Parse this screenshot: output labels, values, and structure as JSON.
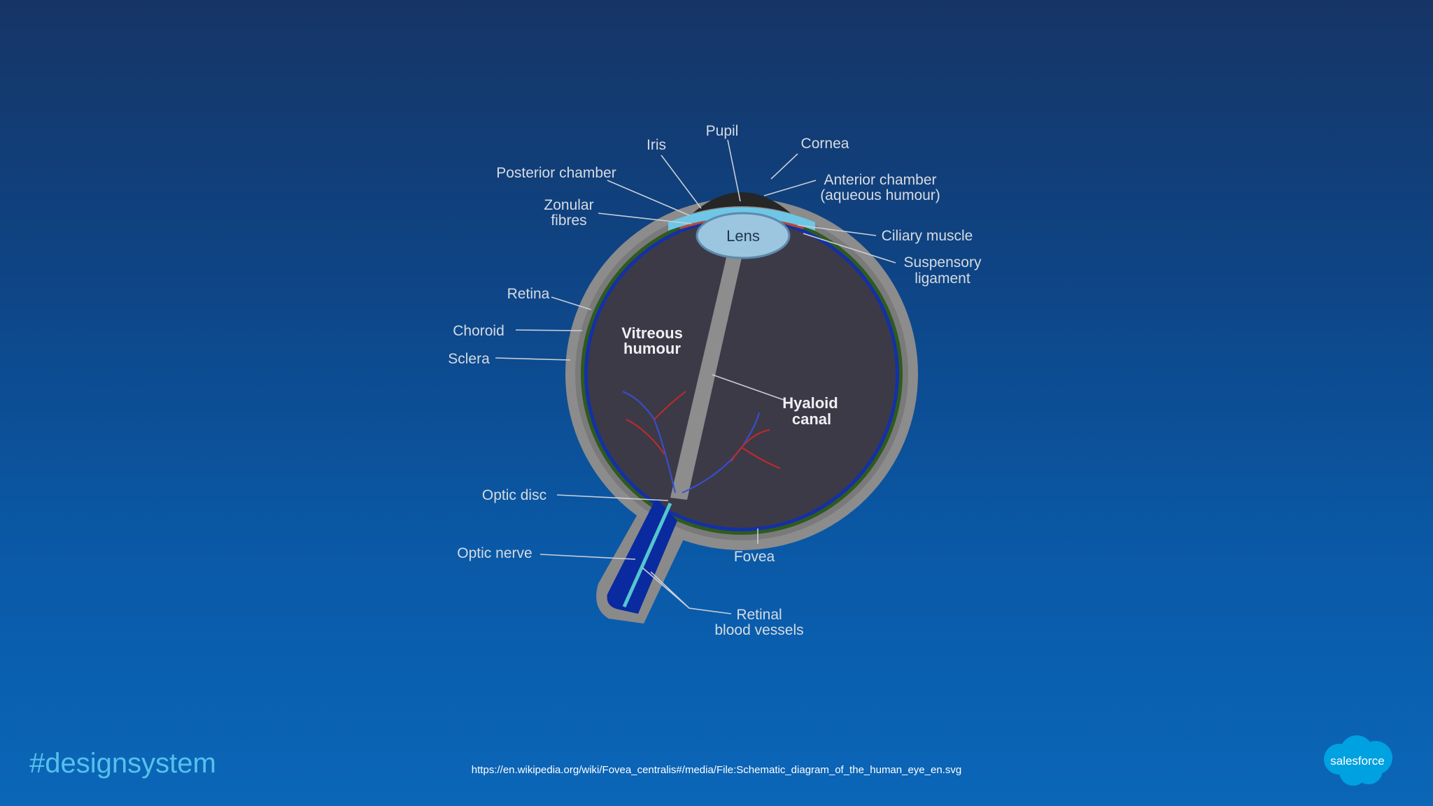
{
  "diagram": {
    "labels": {
      "pupil": "Pupil",
      "iris": "Iris",
      "cornea": "Cornea",
      "posterior_chamber": "Posterior chamber",
      "anterior_chamber_1": "Anterior chamber",
      "anterior_chamber_2": "(aqueous humour)",
      "zonular_1": "Zonular",
      "zonular_2": "fibres",
      "lens": "Lens",
      "ciliary_muscle": "Ciliary muscle",
      "suspensory_1": "Suspensory",
      "suspensory_2": "ligament",
      "retina": "Retina",
      "choroid": "Choroid",
      "sclera": "Sclera",
      "vitreous_1": "Vitreous",
      "vitreous_2": "humour",
      "hyaloid_1": "Hyaloid",
      "hyaloid_2": "canal",
      "optic_disc": "Optic disc",
      "optic_nerve": "Optic nerve",
      "fovea": "Fovea",
      "retinal_vessels_1": "Retinal",
      "retinal_vessels_2": "blood vessels"
    }
  },
  "footer": {
    "hashtag": "#designsystem",
    "source_url": "https://en.wikipedia.org/wiki/Fovea_centralis#/media/File:Schematic_diagram_of_the_human_eye_en.svg",
    "logo_text": "salesforce"
  },
  "colors": {
    "background_top": "#163566",
    "background_bottom": "#0b66b8",
    "hashtag": "#54c2ec",
    "logo": "#00a1e0"
  }
}
